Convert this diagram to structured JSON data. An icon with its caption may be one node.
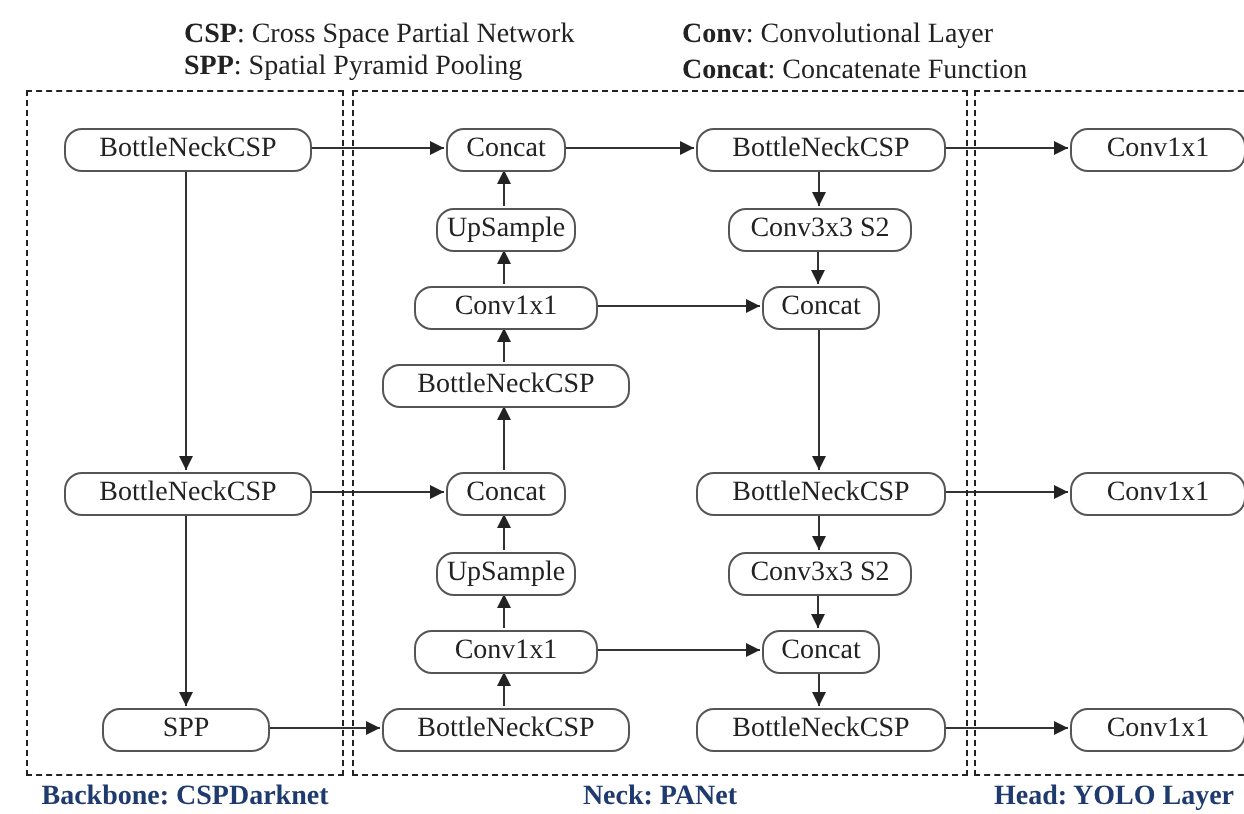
{
  "diagram": {
    "nodes": [
      {
        "text": [
          "Backbone: CSPDarknet"
        ]
      },
      {
        "text": [
          "BottleNeckCSP"
        ],
        "in": 0
      },
      {
        "text": [
          "BottleNeckCSP"
        ],
        "in": 0
      },
      {
        "text": [
          "SPP"
        ],
        "in": 0
      },
      {
        "text": [
          "Neck: PANet"
        ]
      },
      {
        "text": [
          "Concat"
        ],
        "in": 4
      },
      {
        "text": [
          "BottleNeckCSP"
        ],
        "in": 4
      },
      {
        "text": [
          "UpSample"
        ],
        "in": 4
      },
      {
        "text": [
          "Conv3x3 S2"
        ],
        "in": 4
      },
      {
        "text": [
          "Conv1x1"
        ],
        "in": 4
      },
      {
        "text": [
          "Concat"
        ],
        "in": 4
      },
      {
        "text": [
          "BottleNeckCSP"
        ],
        "in": 4
      },
      {
        "text": [
          "Concat"
        ],
        "in": 4
      },
      {
        "text": [
          "BottleNeckCSP"
        ],
        "in": 4
      },
      {
        "text": [
          "UpSample"
        ],
        "in": 4
      },
      {
        "text": [
          "Conv3x3 S2"
        ],
        "in": 4
      },
      {
        "text": [
          "Conv1x1"
        ],
        "in": 4
      },
      {
        "text": [
          "Concat"
        ],
        "in": 4
      },
      {
        "text": [
          "BottleNeckCSP"
        ],
        "in": 4
      },
      {
        "text": [
          "BottleNeckCSP"
        ],
        "in": 4
      },
      {
        "text": [
          "Head: YOLO Layer"
        ]
      },
      {
        "text": [
          "Conv1x1"
        ],
        "in": 20
      },
      {
        "text": [
          "Conv1x1"
        ],
        "in": 20
      },
      {
        "text": [
          "Conv1x1"
        ],
        "in": 20
      }
    ],
    "edges": [
      {
        "from": 1,
        "to": 5,
        "arrow": "to"
      },
      {
        "from": 1,
        "to": 2,
        "arrow": "to"
      },
      {
        "from": 2,
        "to": 12,
        "arrow": "to"
      },
      {
        "from": 2,
        "to": 3,
        "arrow": "to"
      },
      {
        "from": 3,
        "to": 18,
        "arrow": "to"
      },
      {
        "from": 5,
        "to": 6,
        "arrow": "to"
      },
      {
        "from": 7,
        "to": 5,
        "arrow": "to"
      },
      {
        "from": 6,
        "to": 8,
        "arrow": "to"
      },
      {
        "from": 8,
        "to": 10,
        "arrow": "to"
      },
      {
        "from": 9,
        "to": 7,
        "arrow": "to"
      },
      {
        "from": 9,
        "to": 10,
        "arrow": "to"
      },
      {
        "from": 11,
        "to": 9,
        "arrow": "to"
      },
      {
        "from": 10,
        "to": 13,
        "arrow": "to"
      },
      {
        "from": 12,
        "to": 11,
        "arrow": "to"
      },
      {
        "from": 6,
        "to": 21,
        "arrow": "to"
      },
      {
        "from": 13,
        "to": 22,
        "arrow": "to"
      },
      {
        "from": 13,
        "to": 15,
        "arrow": "to"
      },
      {
        "from": 15,
        "to": 17,
        "arrow": "to"
      },
      {
        "from": 14,
        "to": 12,
        "arrow": "to"
      },
      {
        "from": 16,
        "to": 14,
        "arrow": "to"
      },
      {
        "from": 16,
        "to": 17,
        "arrow": "to"
      },
      {
        "from": 18,
        "to": 16,
        "arrow": "to"
      },
      {
        "from": 17,
        "to": 19,
        "arrow": "to"
      },
      {
        "from": 19,
        "to": 23,
        "arrow": "to"
      }
    ],
    "labels": [
      "**CSP**: Cross Space Partial Network",
      "**SPP**: Spatial Pyramid Pooling",
      "**Conv**: Convolutional Layer",
      "**Concat**:  Concatenate Function"
    ]
  }
}
